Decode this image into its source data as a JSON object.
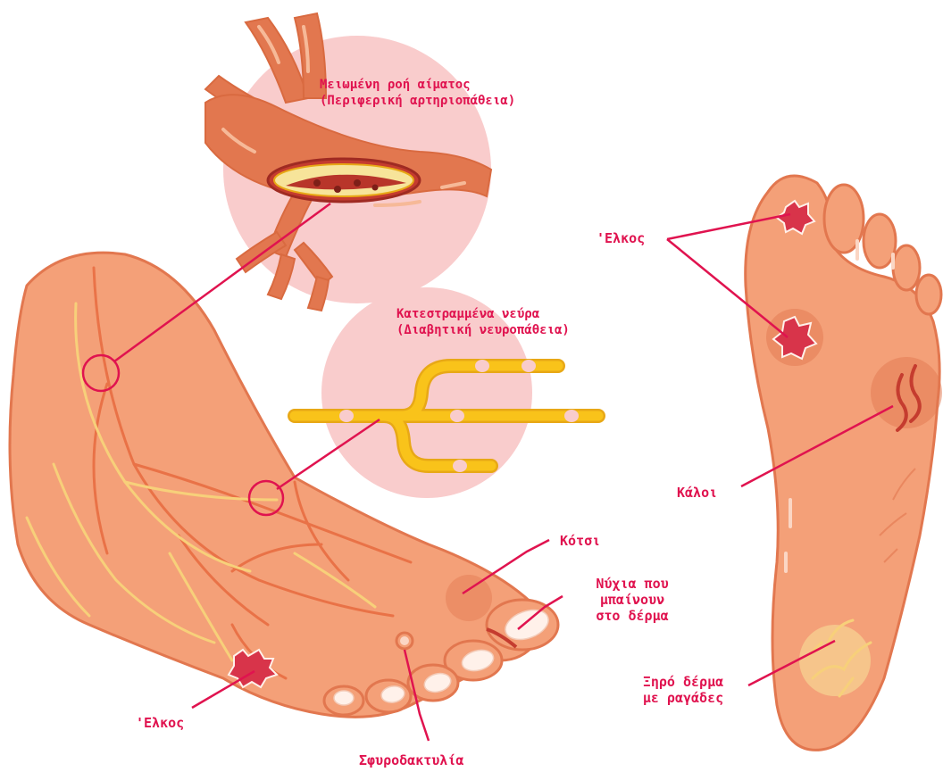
{
  "colors": {
    "label": "#e0134f",
    "skin": "#f4a078",
    "skin_dark": "#e2774f",
    "vein": "#e86b3f",
    "plaque": "#f7e49a",
    "nerve": "#f9c31a",
    "nerve_outline": "#e8a816",
    "halo": "#f9cccc",
    "wound": "#d8344a",
    "toenail": "#fff1ea"
  },
  "icons": {
    "artery": "artery-illustration",
    "nerve": "nerve-illustration",
    "foot_side": "foot-side-illustration",
    "foot_sole": "foot-sole-illustration"
  },
  "labels": {
    "reduced_blood_flow": "Μειωμένη ροή αίματος\n(Περιφερική αρτηριοπάθεια)",
    "damaged_nerves": "Κατεστραμμένα νεύρα\n(Διαβητική νευροπάθεια)",
    "bunion": "Κότσι",
    "ingrown_nails": "Νύχια που\nμπαίνουν\nστο δέρμα",
    "ulcer_side": "'Ελκος",
    "hammertoe": "Σφυροδακτυλία",
    "ulcer_sole": "'Ελκος",
    "calluses": "Κάλοι",
    "dry_cracked_skin": "Ξηρό δέρμα\nμε ραγάδες"
  }
}
